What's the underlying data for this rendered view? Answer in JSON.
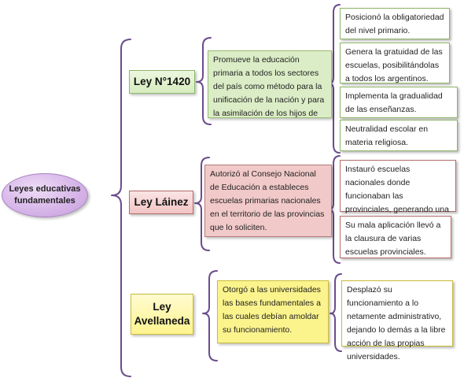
{
  "root": {
    "label": "Leyes educativas fundamentales"
  },
  "laws": [
    {
      "name": "Ley N°1420",
      "description": "Promueve la educación primaria a todos los sectores del país como método para la unificación de la nación y para la asimilación de los hijos de",
      "details": [
        "Posicionó la obligatoriedad del nivel primario.",
        "Genera la gratuidad de las escuelas, posibilitándolas a todos los argentinos.",
        "Implementa la gradualidad de las enseñanzas.",
        "Neutralidad escolar en materia religiosa."
      ]
    },
    {
      "name": "Ley Láinez",
      "description": "Autorizó al Consejo Nacional de Educación a estableces escuelas primarias nacionales en el territorio de las provincias que lo soliciten.",
      "details": [
        "Instauró escuelas nacionales donde funcionaban las provinciales, generando una competencia entre ambas.",
        "Su mala aplicación llevó a la clausura de varias escuelas provinciales."
      ]
    },
    {
      "name": "Ley Avellaneda",
      "description": "Otorgó a las universidades las bases fundamentales a las cuales debían amoldar su funcionamiento.",
      "details": [
        "Desplazó su funcionamiento a lo netamente administrativo, dejando lo demás a la libre acción de las propias universidades."
      ]
    }
  ],
  "colors": {
    "bracket": "#6a4c8c",
    "root_fill": "#d5b3e8",
    "law1_fill": "#dbedc6",
    "law2_fill": "#f1c9c9",
    "law3_fill": "#fbf38c"
  }
}
